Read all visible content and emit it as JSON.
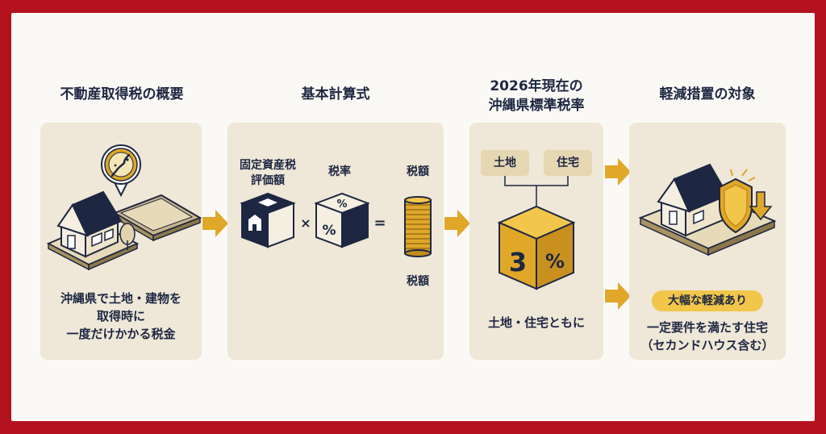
{
  "colors": {
    "frame_red": "#b3121e",
    "panel_bg": "#fbf9f5",
    "card_bg": "#efe7d7",
    "navy": "#1d2742",
    "gold": "#e0a728",
    "pill_yellow": "#f2c64a"
  },
  "sections": [
    {
      "title": "不動産取得税の概要",
      "icons": [
        "house-icon",
        "land-plot-icon",
        "okinawa-map-pin-icon",
        "tree-icon"
      ],
      "lines": [
        "沖縄県で土地・建物を",
        "取得時に",
        "一度だけかかる税金"
      ]
    },
    {
      "title": "基本計算式",
      "labels": {
        "assessed": [
          "固定資産税",
          "評価額"
        ],
        "rate": "税率",
        "tax_top": "税額",
        "tax_bottom": "税額"
      },
      "operators": {
        "times": "×",
        "equals": "="
      },
      "cube_symbols": {
        "percent_top": "%",
        "percent_side": "%"
      },
      "icons": [
        "house-cube-icon",
        "percent-cube-icon",
        "coin-stack-icon"
      ]
    },
    {
      "title_lines": [
        "2026年現在の",
        "沖縄県標準税率"
      ],
      "tags": [
        "土地",
        "住宅"
      ],
      "rate": {
        "number": "3",
        "symbol": "%"
      },
      "caption": "土地・住宅ともに",
      "icons": [
        "rate-cube-icon"
      ]
    },
    {
      "title": "軽減措置の対象",
      "pill": "大幅な軽減あり",
      "lines": [
        "一定要件を満たす住宅",
        "（セカンドハウス含む）"
      ],
      "icons": [
        "house-icon",
        "shield-icon",
        "down-arrow-icon"
      ]
    }
  ],
  "arrows": [
    "arrow-1-to-2",
    "arrow-2-to-3",
    "arrow-3-to-4-top",
    "arrow-3-to-4-bottom"
  ]
}
